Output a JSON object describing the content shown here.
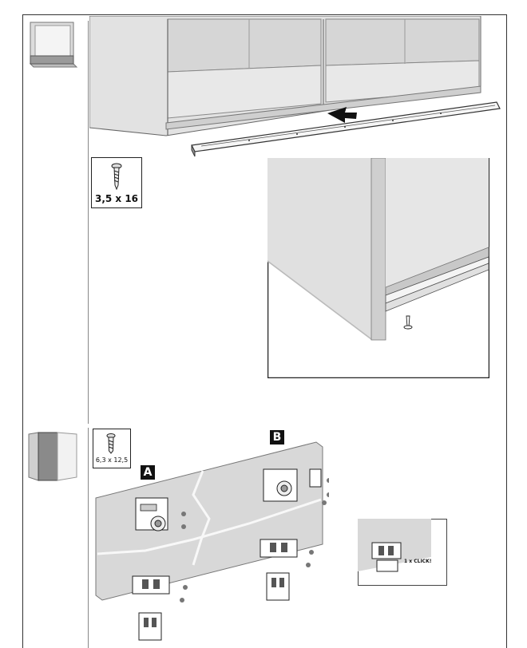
{
  "step1": {
    "screw_label": "3,5 x 16",
    "icon": "screw-icon"
  },
  "step2": {
    "screw_label": "6,3 x 12,5",
    "badge_a": "A",
    "badge_b": "B",
    "click_label": "1 x CLICK!",
    "icon": "screw-icon"
  }
}
